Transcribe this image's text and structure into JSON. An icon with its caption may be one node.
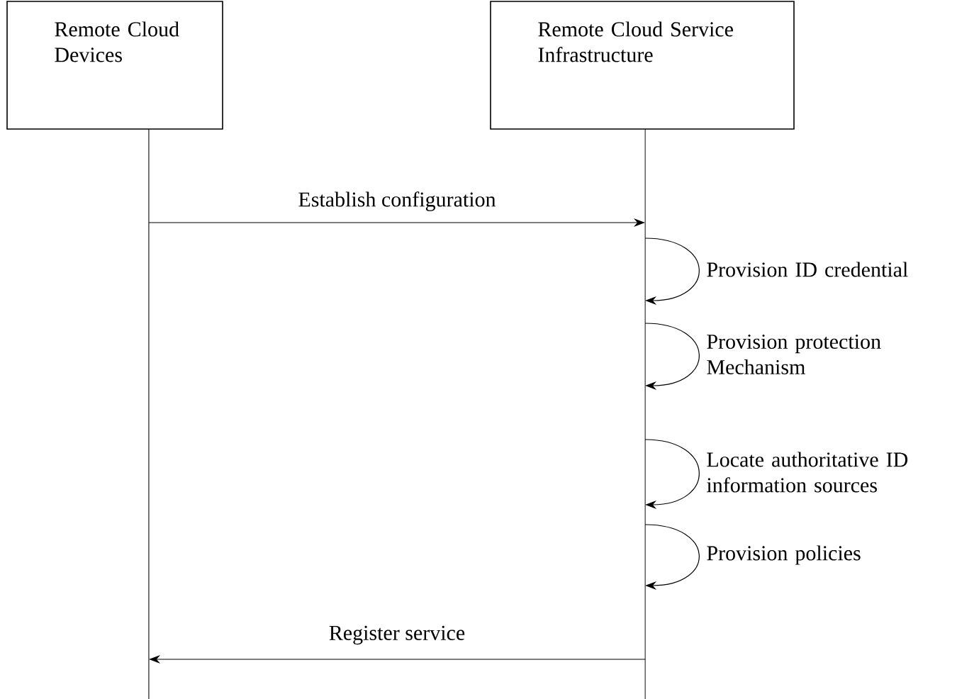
{
  "diagram": {
    "nodes": [
      {
        "text": [
          "Remote Cloud Devices"
        ]
      },
      {
        "text": [
          "Remote Cloud Service Infrastructure"
        ]
      },
      {
        "text": [],
        "shape": "bar"
      },
      {
        "text": [],
        "shape": "bar"
      }
    ],
    "edges": [
      {
        "from": 2,
        "to": 3,
        "arrow": "to",
        "label": "Establish configuration"
      },
      {
        "from": 3,
        "to": 3,
        "arrow": "to",
        "label": "Provision ID credential"
      },
      {
        "from": 3,
        "to": 3,
        "arrow": "to",
        "label": "Provision protection Mechanism"
      },
      {
        "from": 3,
        "to": 3,
        "arrow": "to",
        "label": "Locate authoritative ID information sources"
      },
      {
        "from": 3,
        "to": 3,
        "arrow": "to",
        "label": "Provision policies"
      },
      {
        "from": 3,
        "to": 2,
        "arrow": "to",
        "label": "Register service"
      }
    ]
  }
}
